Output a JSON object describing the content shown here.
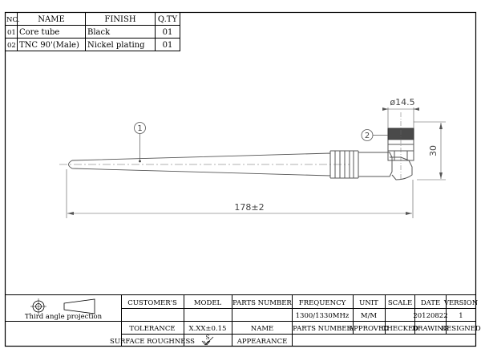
{
  "parts_table": {
    "headers": [
      "NO.",
      "NAME",
      "FINISH",
      "Q.TY"
    ],
    "rows": [
      [
        "01",
        "Core tube",
        "Black",
        "01"
      ],
      [
        "02",
        "TNC 90'(Male)",
        "Nickel plating",
        "01"
      ]
    ]
  },
  "callouts": [
    "1",
    "2"
  ],
  "dimensions": {
    "length": "178±2",
    "diameter": "ø14.5",
    "height": "30"
  },
  "title_block": {
    "projection_label": "Third angle projection",
    "row1": {
      "customers": "CUSTOMER'S",
      "model": "MODEL",
      "parts_number": "PARTS NUMBER",
      "frequency": "FREQUENCY",
      "unit": "UNIT",
      "scale": "SCALE",
      "date": "DATE",
      "version": "VERSION"
    },
    "row2": {
      "frequency_value": "1300/1330MHz",
      "unit_value": "M/M",
      "date_value": "20120822",
      "version_value": "1"
    },
    "row3": {
      "tolerance": "TOLERANCE",
      "tolerance_value": "X.XX±0.15",
      "name": "NAME",
      "parts_number": "PARTS NUMBER",
      "approved": "APPROVED",
      "checked": "CHECKED",
      "drawing": "DRAWING",
      "designed": "DESIGNED"
    },
    "row4": {
      "surface_roughness": "SURFACE ROUGHNESS",
      "roughness_symbol": "S",
      "appearance": "APPEARANCE"
    }
  }
}
